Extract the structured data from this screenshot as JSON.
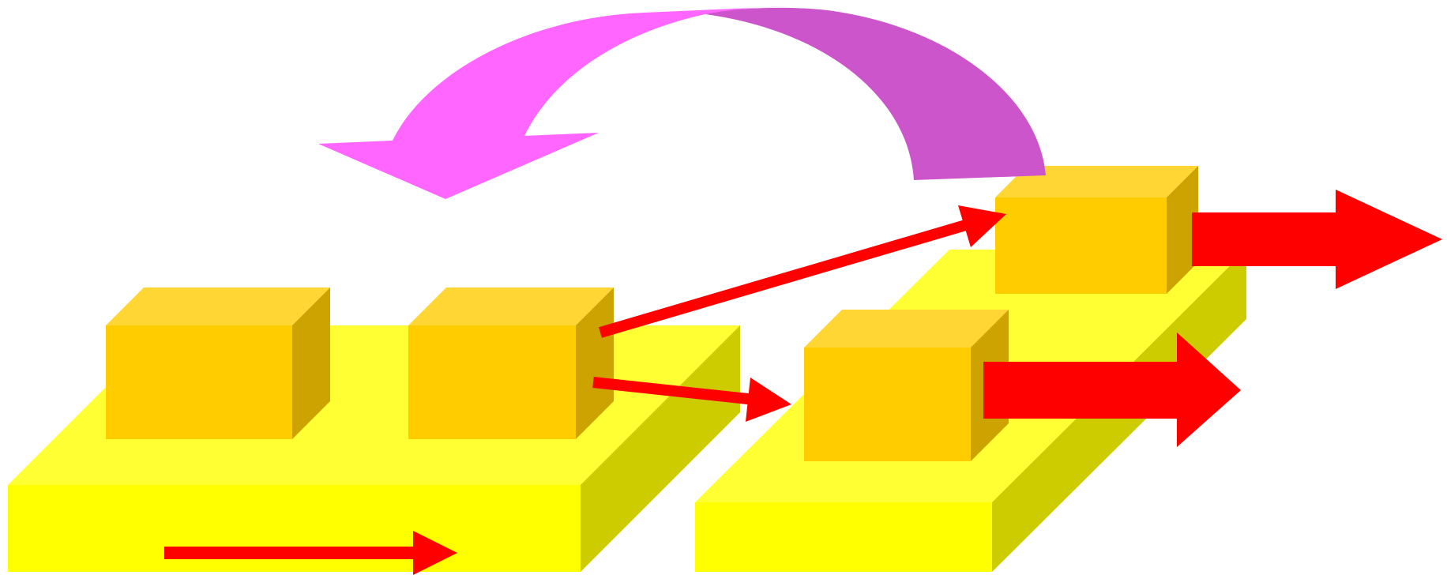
{
  "diagram": {
    "colors": {
      "background": "#ffffff",
      "platform_top": "#ffff33",
      "platform_front": "#ffff00",
      "platform_side": "#cccc00",
      "box_top": "#ffd633",
      "box_front": "#ffcc00",
      "box_side": "#cca300",
      "arrow_red": "#ff0000",
      "curve_arrow_head": "#ff66ff",
      "curve_arrow_tail": "#cc55cc"
    },
    "platforms": [
      {
        "name": "platform-left"
      },
      {
        "name": "platform-right"
      }
    ],
    "boxes": [
      {
        "name": "box-left-1"
      },
      {
        "name": "box-left-2"
      },
      {
        "name": "box-right-lower"
      },
      {
        "name": "box-right-upper"
      }
    ],
    "arrows": [
      {
        "name": "conveyor-direction-arrow",
        "style": "thin"
      },
      {
        "name": "arrow-to-right-upper-box",
        "style": "thin"
      },
      {
        "name": "arrow-to-right-lower-box",
        "style": "thin"
      },
      {
        "name": "output-arrow-lower",
        "style": "block"
      },
      {
        "name": "output-arrow-upper",
        "style": "block"
      },
      {
        "name": "return-curved-arrow",
        "style": "curved"
      }
    ]
  }
}
